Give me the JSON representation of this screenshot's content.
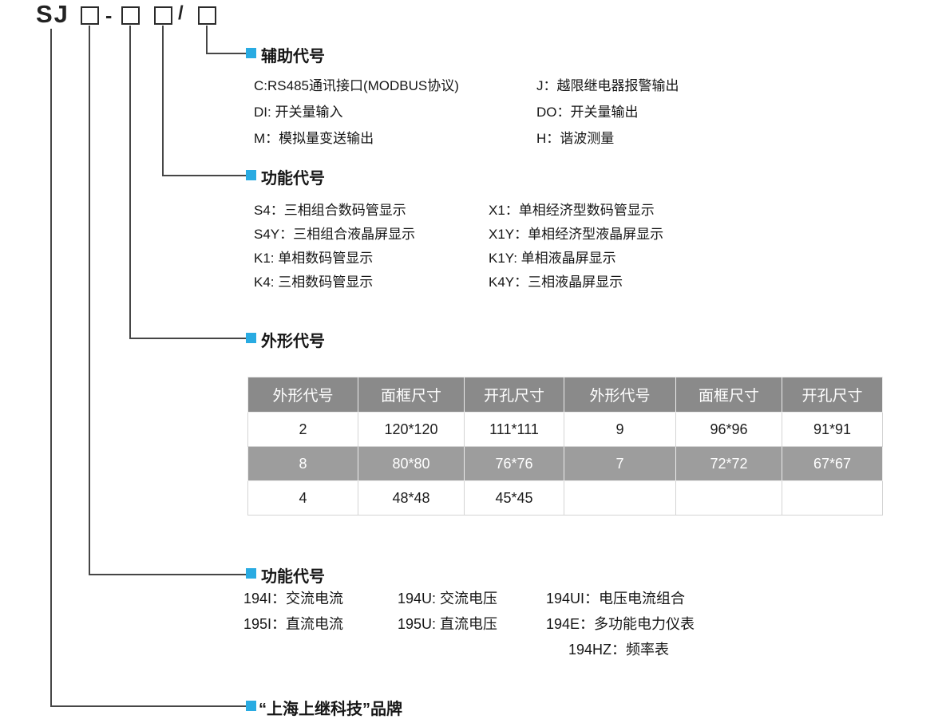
{
  "colors": {
    "accent": "#29abe2",
    "table_header_bg": "#8a8a8a",
    "table_dark_row_bg": "#9d9d9d"
  },
  "model": {
    "prefix": "SJ",
    "dash": "-",
    "slash": "/"
  },
  "auxiliary": {
    "title": "辅助代号",
    "rows": [
      [
        "C:RS485通讯接口(MODBUS协议)",
        "J：越限继电器报警输出"
      ],
      [
        "DI: 开关量输入",
        "DO：开关量输出"
      ],
      [
        "M：模拟量变送输出",
        "H：谐波测量"
      ]
    ]
  },
  "display_codes": {
    "title": "功能代号",
    "rows": [
      [
        "S4：三相组合数码管显示",
        "X1：单相经济型数码管显示"
      ],
      [
        "S4Y：三相组合液晶屏显示",
        "X1Y：单相经济型液晶屏显示"
      ],
      [
        "K1: 单相数码管显示",
        "K1Y: 单相液晶屏显示"
      ],
      [
        "K4: 三相数码管显示",
        "K4Y：三相液晶屏显示"
      ]
    ]
  },
  "shape_codes": {
    "title": "外形代号",
    "table": {
      "headers": [
        "外形代号",
        "面框尺寸",
        "开孔尺寸",
        "外形代号",
        "面框尺寸",
        "开孔尺寸"
      ],
      "rows": [
        [
          "2",
          "120*120",
          "111*111",
          "9",
          "96*96",
          "91*91"
        ],
        [
          "8",
          "80*80",
          "76*76",
          "7",
          "72*72",
          "67*67"
        ],
        [
          "4",
          "48*48",
          "45*45",
          "",
          "",
          ""
        ]
      ]
    }
  },
  "function_codes": {
    "title": "功能代号",
    "rows": [
      [
        "194I：交流电流",
        "194U: 交流电压",
        "194UI：电压电流组合"
      ],
      [
        "195I：直流电流",
        "195U: 直流电压",
        "194E：多功能电力仪表"
      ],
      [
        "194HZ：频率表"
      ]
    ]
  },
  "brand": {
    "title": "“上海上继科技”品牌"
  }
}
